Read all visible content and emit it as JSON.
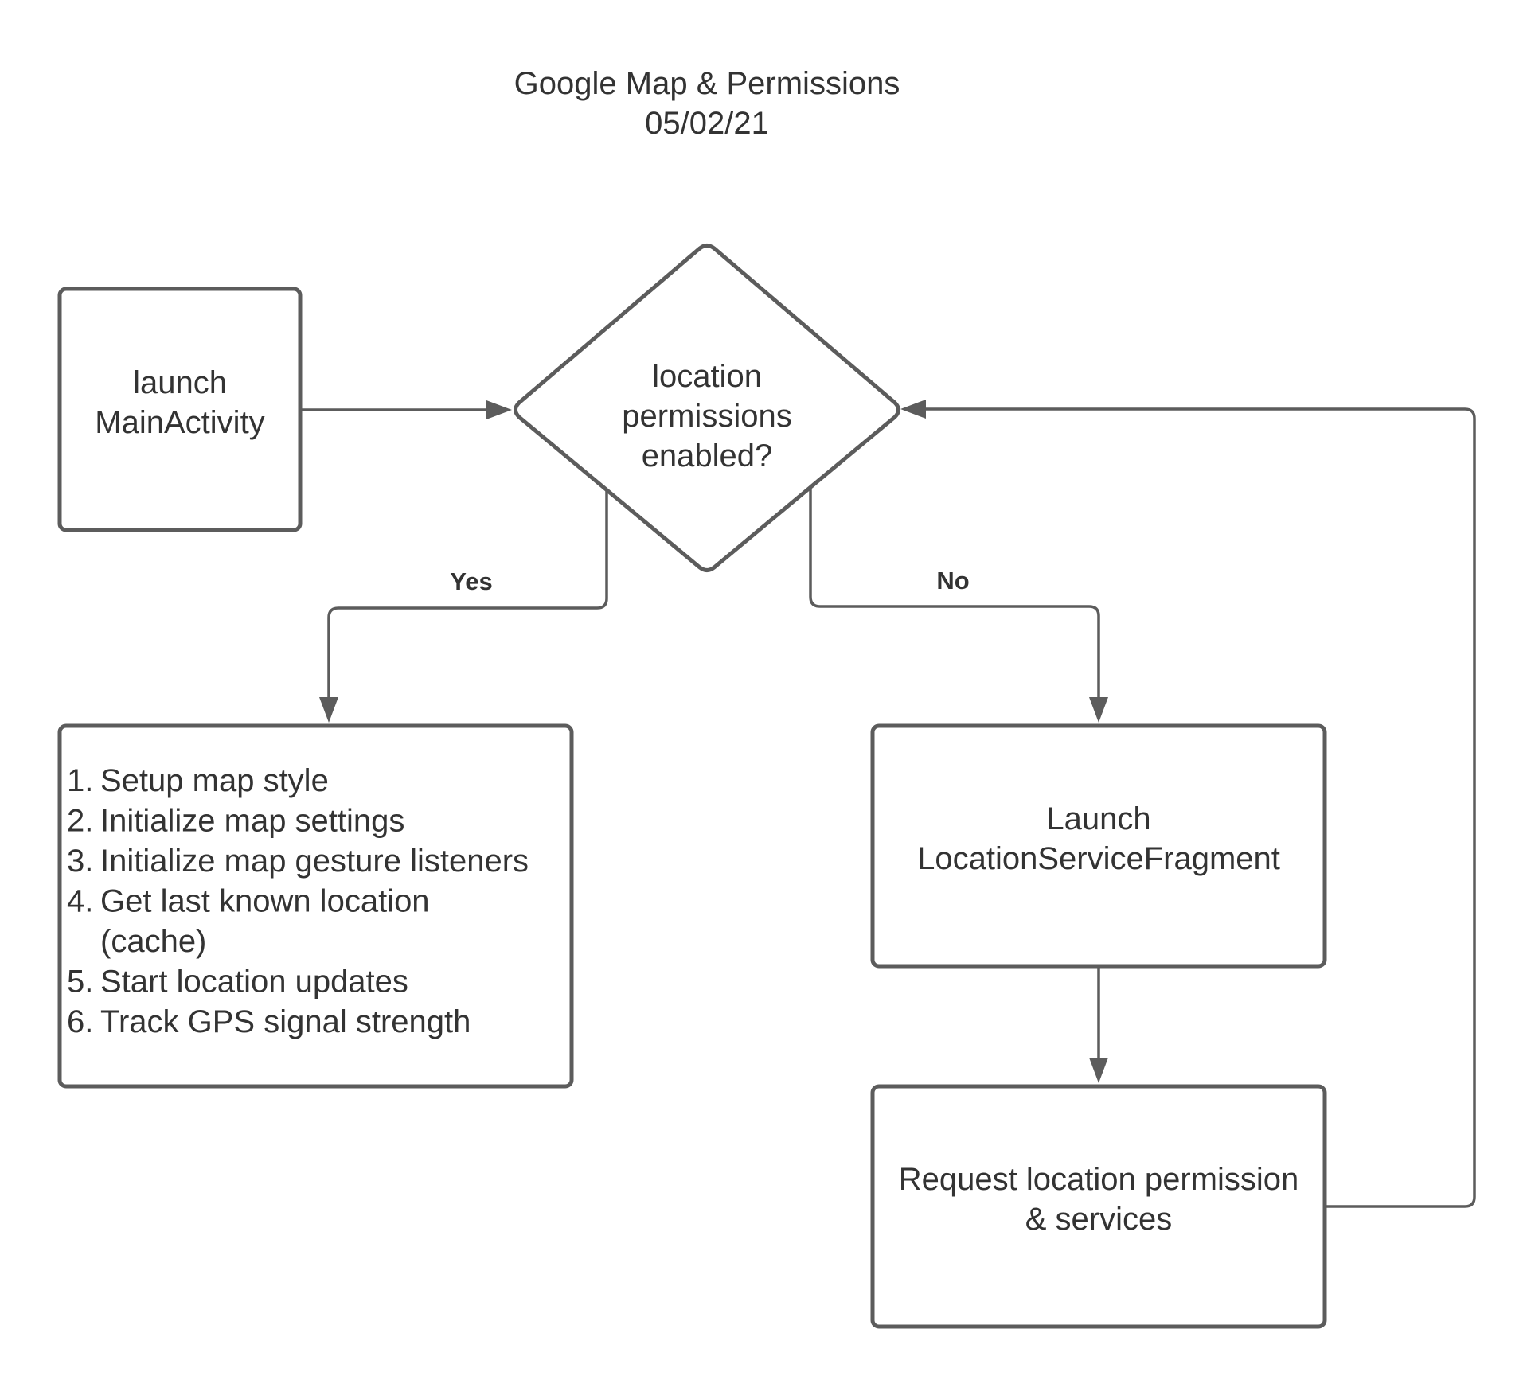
{
  "diagram": {
    "title": "Google Map & Permissions",
    "date": "05/02/21",
    "nodes": {
      "launch_main": {
        "line1": "launch",
        "line2": "MainActivity"
      },
      "decision": {
        "line1": "location",
        "line2": "permissions",
        "line3": "enabled?"
      },
      "yes_steps": [
        {
          "number": "1.",
          "lines": [
            "Setup map style"
          ]
        },
        {
          "number": "2.",
          "lines": [
            "Initialize map settings"
          ]
        },
        {
          "number": "3.",
          "lines": [
            "Initialize map gesture listeners"
          ]
        },
        {
          "number": "4.",
          "lines": [
            "Get last known location",
            "(cache)"
          ]
        },
        {
          "number": "5.",
          "lines": [
            "Start location updates"
          ]
        },
        {
          "number": "6.",
          "lines": [
            "Track GPS signal strength"
          ]
        }
      ],
      "launch_fragment": {
        "line1": "Launch",
        "line2": "LocationServiceFragment"
      },
      "request_permission": {
        "line1": "Request location permission",
        "line2": "& services"
      }
    },
    "edges": {
      "yes_label": "Yes",
      "no_label": "No"
    },
    "colors": {
      "stroke": "#5c5c5c",
      "text": "#333333",
      "background": "#ffffff"
    }
  }
}
